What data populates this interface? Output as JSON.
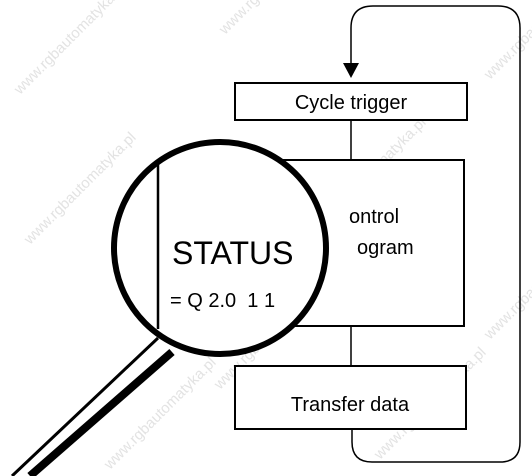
{
  "boxes": {
    "cycle_trigger": "Cycle trigger",
    "control_program_line1": "ontrol",
    "control_program_line2": "ogram",
    "transfer_data": "Transfer data"
  },
  "magnifier": {
    "status_label": "STATUS",
    "status_value": "= Q 2.0  1 1"
  },
  "watermark": "www.rgbautomatyka.pl",
  "colors": {
    "stroke": "#000000",
    "background": "#ffffff",
    "watermark": "#e3e3e3"
  }
}
